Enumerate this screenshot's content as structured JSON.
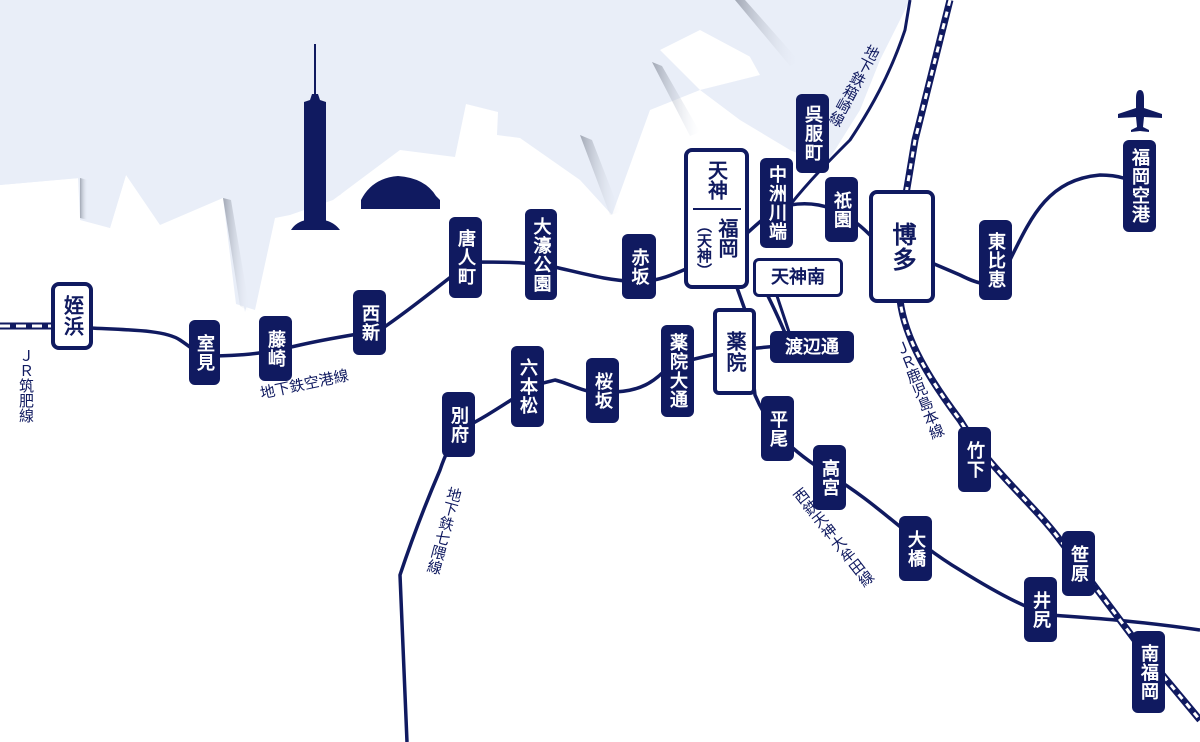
{
  "map": {
    "colors": {
      "line": "#101a60",
      "sea": "#e9eef8",
      "land": "#ffffff",
      "shadow": "#b8bcc8"
    },
    "landmarks": [
      {
        "name": "fukuoka-tower",
        "icon": "tower-icon"
      },
      {
        "name": "fukuoka-dome",
        "icon": "dome-icon"
      },
      {
        "name": "airport",
        "icon": "airplane-icon"
      }
    ]
  },
  "lines": {
    "airport_line": "地下鉄空港線",
    "hakozaki_line": "地下鉄箱崎線",
    "nanakuma_line": "地下鉄七隈線",
    "nishitetsu_line": "西鉄天神大牟田線",
    "jr_kagoshima": "ＪＲ鹿児島本線",
    "jr_chikuhi": "ＪＲ筑肥線"
  },
  "stations": {
    "meinohama": "姪浜",
    "muromi": "室見",
    "fujisaki": "藤崎",
    "nishijin": "西新",
    "tojinmachi": "唐人町",
    "ohorikoen": "大濠公園",
    "akasaka": "赤坂",
    "tenjin": "天神",
    "fukuoka_tenjin": "福岡",
    "fukuoka_tenjin_sub": "（天神）",
    "nakasu_kawabata": "中洲川端",
    "gofukumachi": "呉服町",
    "gion": "祇園",
    "hakata": "博多",
    "higashi_hie": "東比恵",
    "fukuoka_airport": "福岡空港",
    "tenjin_minami": "天神南",
    "watanabe_dori": "渡辺通",
    "yakuin": "薬院",
    "yakuin_odori": "薬院大通",
    "sakurazaka": "桜坂",
    "ropponmatsu": "六本松",
    "beppu": "別府",
    "hirao": "平尾",
    "takamiya": "高宮",
    "ohashi": "大橋",
    "takeshita": "竹下",
    "sasabaru": "笹原",
    "ijiri": "井尻",
    "minami_fukuoka": "南福岡"
  }
}
